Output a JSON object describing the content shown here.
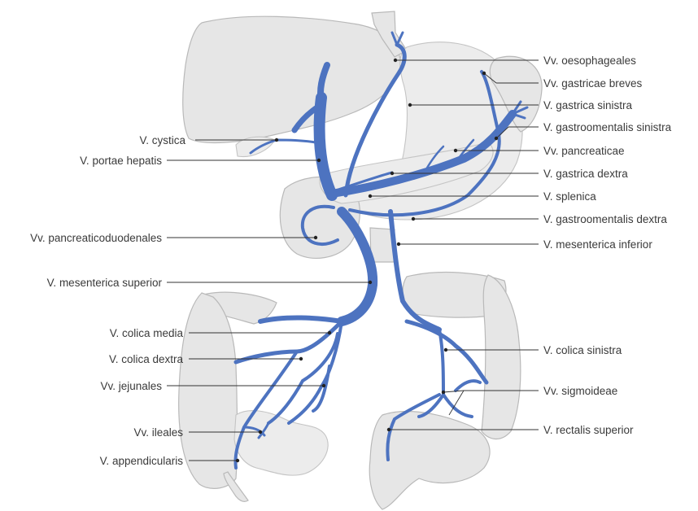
{
  "labels_left": {
    "cystica": "V. cystica",
    "portae": "V. portae hepatis",
    "pancreaticoduodenales": "Vv. pancreaticoduodenales",
    "mesenterica_superior": "V. mesenterica superior",
    "colica_media": "V. colica media",
    "colica_dextra": "V. colica dextra",
    "jejunales": "Vv. jejunales",
    "ileales": "Vv. ileales",
    "appendicularis": "V. appendicularis"
  },
  "labels_right": {
    "oesophageales": "Vv. oesophageales",
    "gastricae_breves": "Vv. gastricae breves",
    "gastrica_sinistra": "V. gastrica sinistra",
    "gastroomentalis_sinistra": "V. gastroomentalis sinistra",
    "pancreaticae": "Vv. pancreaticae",
    "gastrica_dextra": "V. gastrica dextra",
    "splenica": "V. splenica",
    "gastroomentalis_dextra": "V. gastroomentalis dextra",
    "mesenterica_inferior": "V. mesenterica inferior",
    "colica_sinistra": "V. colica sinistra",
    "sigmoideae": "Vv. sigmoideae",
    "rectalis_superior": "V. rectalis superior"
  },
  "colors": {
    "vein": "#4d73c0",
    "organ_fill": "#e6e6e6",
    "organ_stroke": "#b9b9b9",
    "label_text": "#3a3a3a"
  }
}
